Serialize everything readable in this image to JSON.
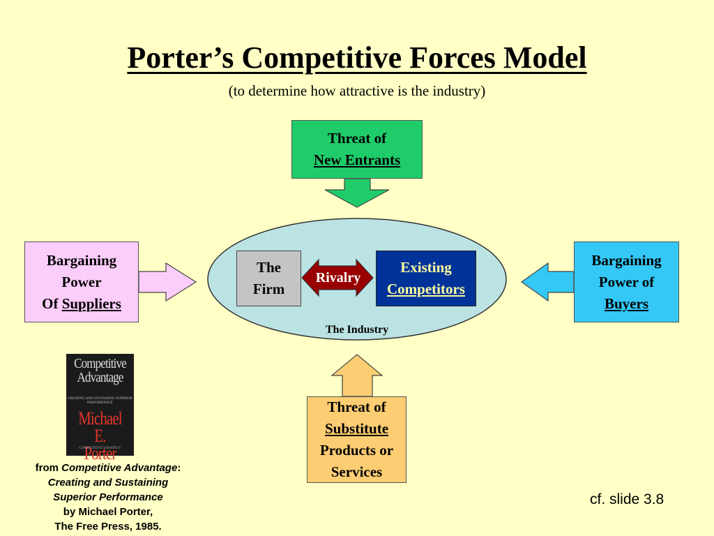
{
  "title": "Porter’s Competitive Forces Model",
  "subtitle": "(to determine how attractive is the industry)",
  "forces": {
    "new_entrants": {
      "line1": "Threat of",
      "line2": "New Entrants",
      "color": "#1fcc6a"
    },
    "suppliers": {
      "line1": "Bargaining",
      "line2": "Power",
      "line3_prefix": "Of ",
      "line3_underlined": "Suppliers",
      "color": "#fbcdfb"
    },
    "buyers": {
      "line1": "Bargaining",
      "line2": "Power of",
      "line3_underlined": "Buyers",
      "color": "#34c8f7"
    },
    "substitutes": {
      "line1": "Threat of",
      "line2_underlined": "Substitute",
      "line3": "Products or",
      "line4": "Services",
      "color": "#fccd72"
    }
  },
  "industry": {
    "label": "The Industry",
    "firm_line1": "The",
    "firm_line2": "Firm",
    "rivalry": "Rivalry",
    "competitors_line1": "Existing",
    "competitors_line2": "Competitors"
  },
  "book_cover": {
    "title_line1": "Competitive",
    "title_line2": "Advantage",
    "tagline": "CREATING AND SUSTAINING SUPERIOR PERFORMANCE",
    "author_line1": "Michael E.",
    "author_line2": "Porter",
    "bottom": "COMPETITIVE STRATEGY"
  },
  "credit": {
    "from": "from",
    "book_title": "Competitive Advantage",
    "colon": ":",
    "line2": "Creating and Sustaining",
    "line3": "Superior Performance",
    "line4": "by Michael Porter,",
    "line5": "The Free Press, 1985."
  },
  "slide_ref": "cf. slide 3.8"
}
